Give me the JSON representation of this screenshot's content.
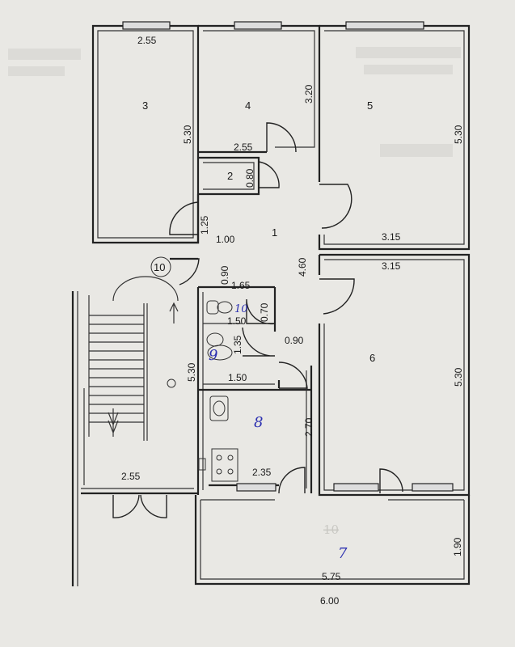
{
  "rooms": {
    "r1": "1",
    "r2": "2",
    "r3": "3",
    "r4": "4",
    "r5": "5",
    "r6": "6",
    "r7_struck": "10",
    "r7_hand": "7",
    "r8_hand": "8",
    "r9_hand": "9",
    "r10_hand": "10",
    "stair_marker": "10"
  },
  "dimensions": {
    "d_top_left": "2.55",
    "d_r3_height": "5.30",
    "d_r4_height": "3.20",
    "d_r4_width": "2.55",
    "d_r2_height": "0.80",
    "d_r5_height": "5.30",
    "d_hall_left": "1.25",
    "d_hall_width": "1.00",
    "d_hall_height": "4.60",
    "d_r5_width": "3.15",
    "d_r6_width": "3.15",
    "d_corr_090": "0.90",
    "d_corr_165": "1.65",
    "d_wc_070": "0.70",
    "d_wc_150": "1.50",
    "d_bath_135": "1.35",
    "d_mid_090": "0.90",
    "d_r6_height": "5.30",
    "d_stair_height": "5.30",
    "d_bath_150": "1.50",
    "d_kitchen_height": "2.70",
    "d_stair_width": "2.55",
    "d_kitchen_width": "2.35",
    "d_balcony_depth": "1.90",
    "d_balcony_inner": "5.75",
    "d_balcony_outer": "6.00"
  },
  "colors": {
    "paper": "#e9e8e4",
    "ink": "#222222",
    "handwriting": "#2b2fb0"
  }
}
